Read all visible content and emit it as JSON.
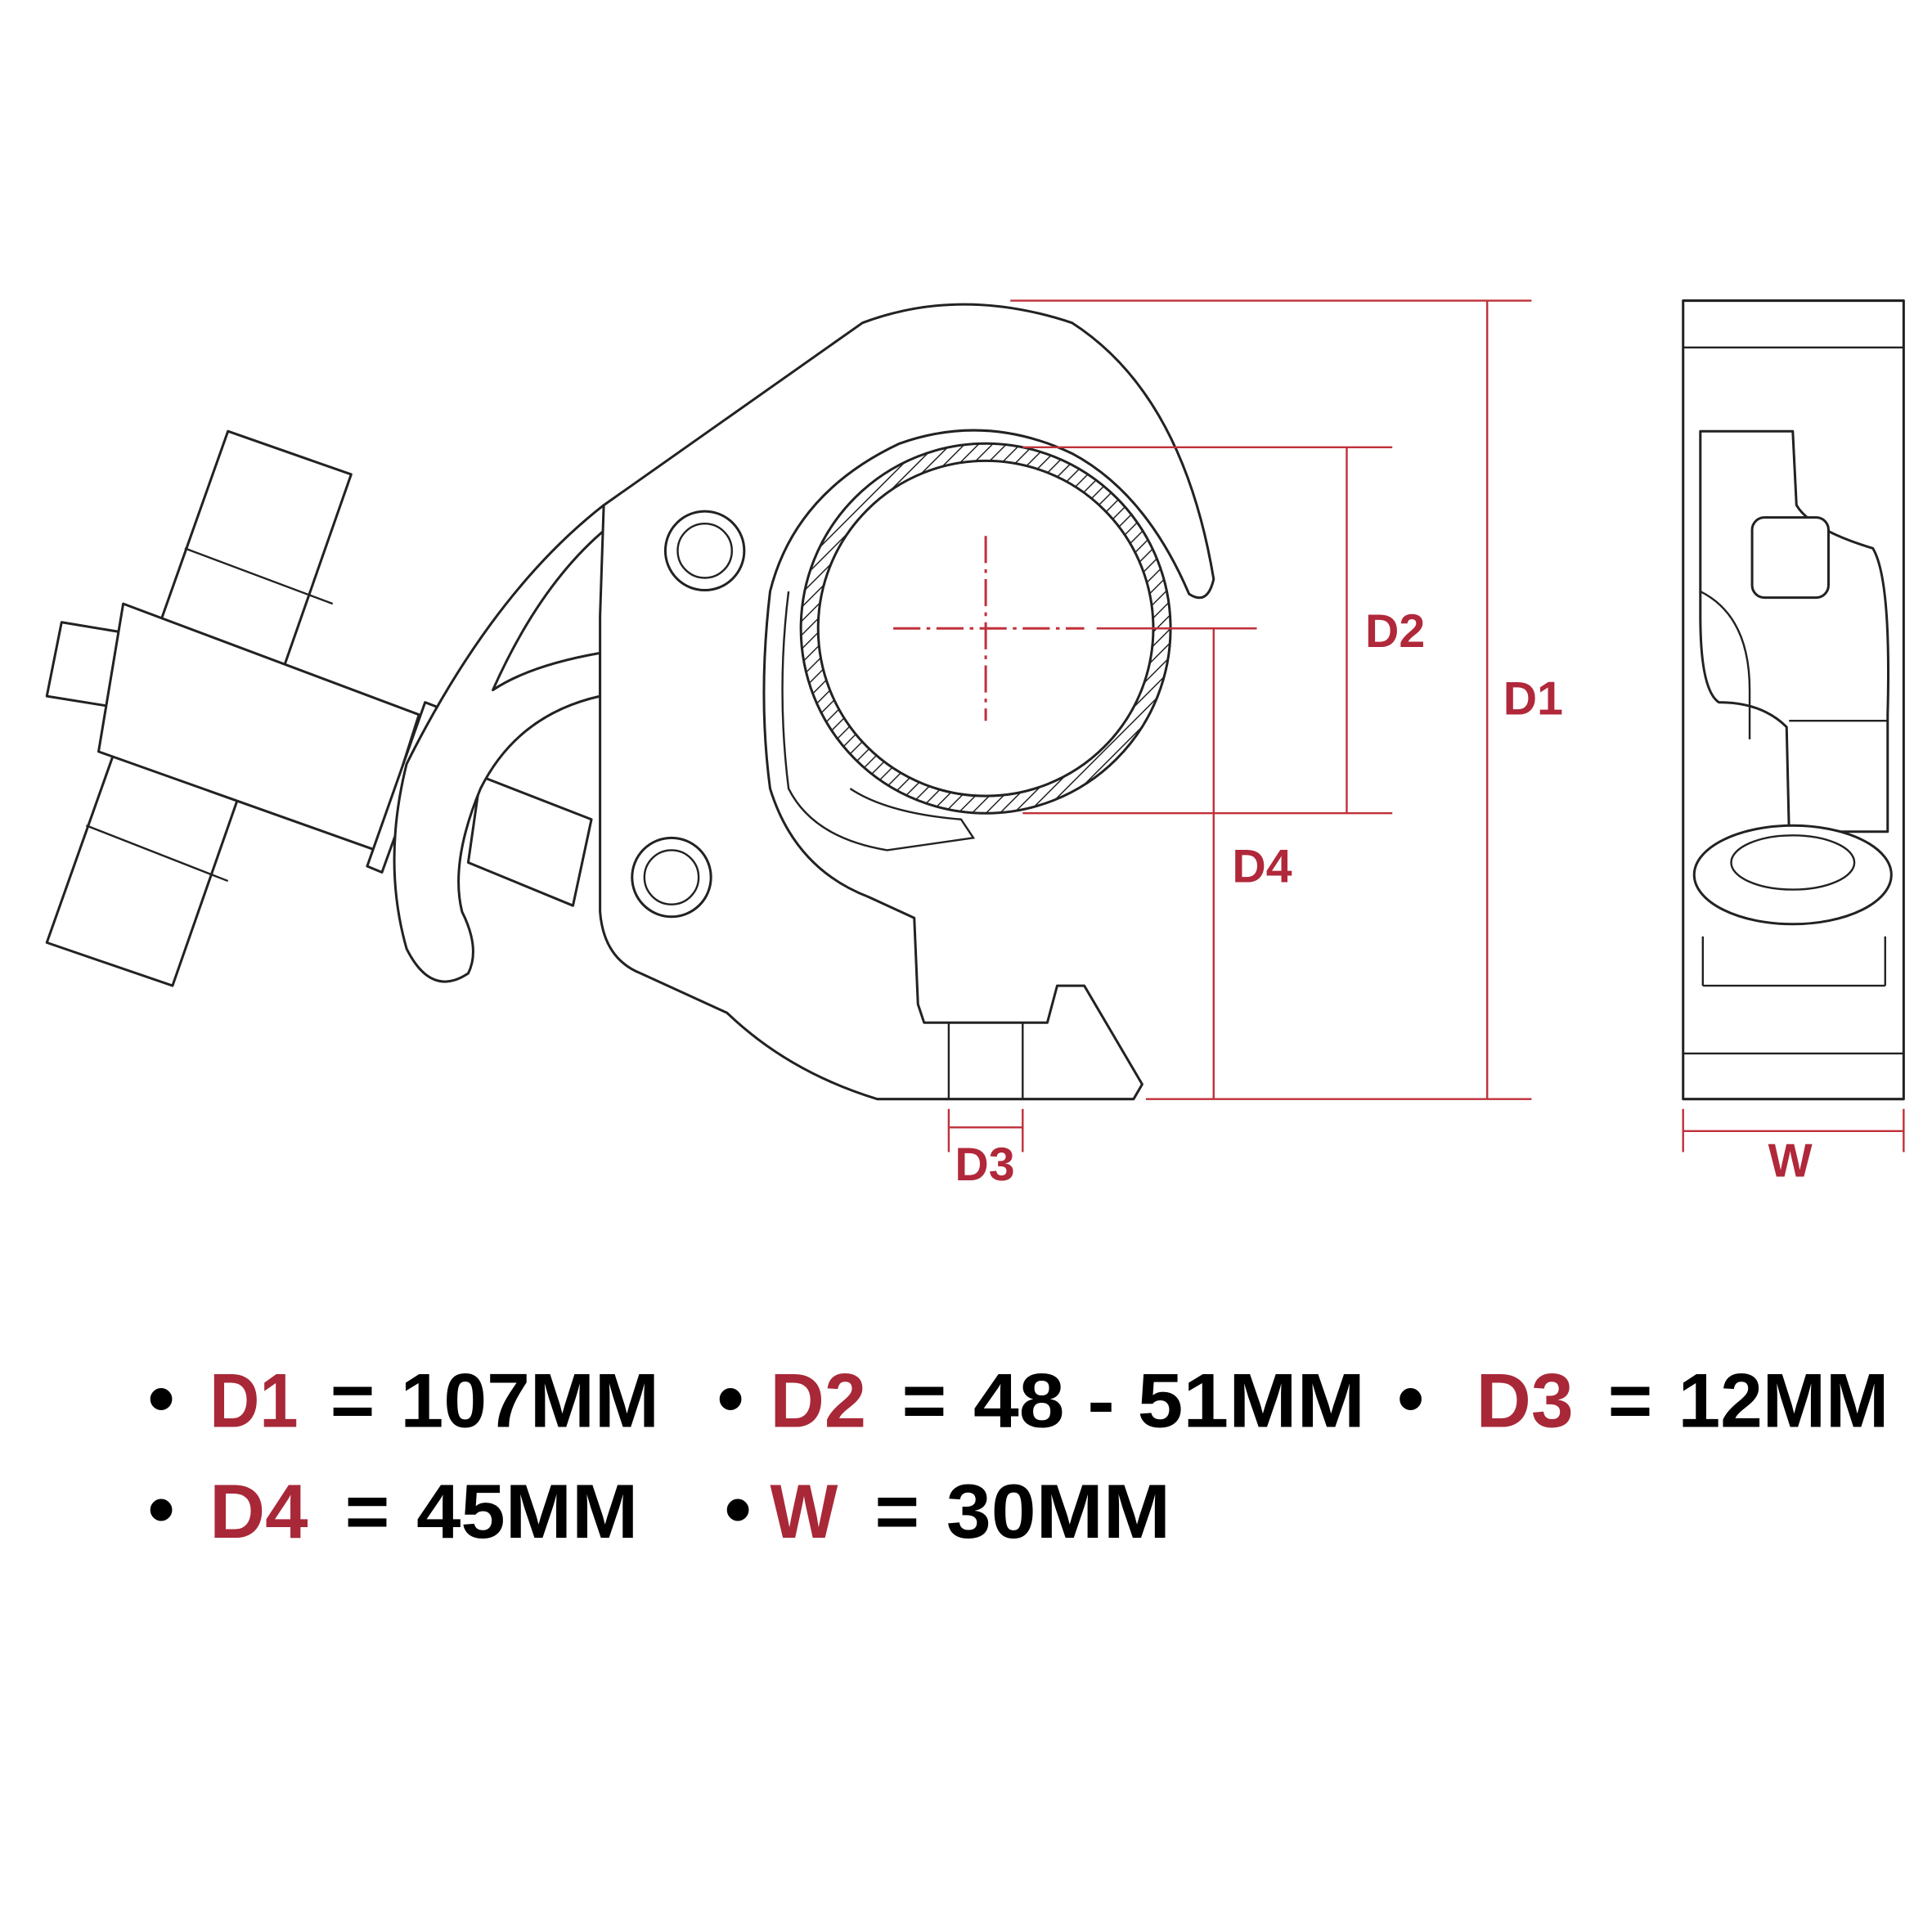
{
  "colors": {
    "accent": "#a82838",
    "dimension_line": "#c0303a",
    "text": "#000000"
  },
  "drawing_labels": {
    "d1": "D1",
    "d2": "D2",
    "d3": "D3",
    "d4": "D4",
    "w": "W"
  },
  "specs": [
    {
      "bullet": "•",
      "key": "D1",
      "eq": "=",
      "value": "107MM"
    },
    {
      "bullet": "•",
      "key": "D2",
      "eq": "=",
      "value": "48 - 51MM"
    },
    {
      "bullet": "•",
      "key": "D3",
      "eq": "=",
      "value": "12MM"
    },
    {
      "bullet": "•",
      "key": "D4",
      "eq": "=",
      "value": "45MM"
    },
    {
      "bullet": "•",
      "key": "W",
      "eq": "=",
      "value": "30MM"
    }
  ]
}
